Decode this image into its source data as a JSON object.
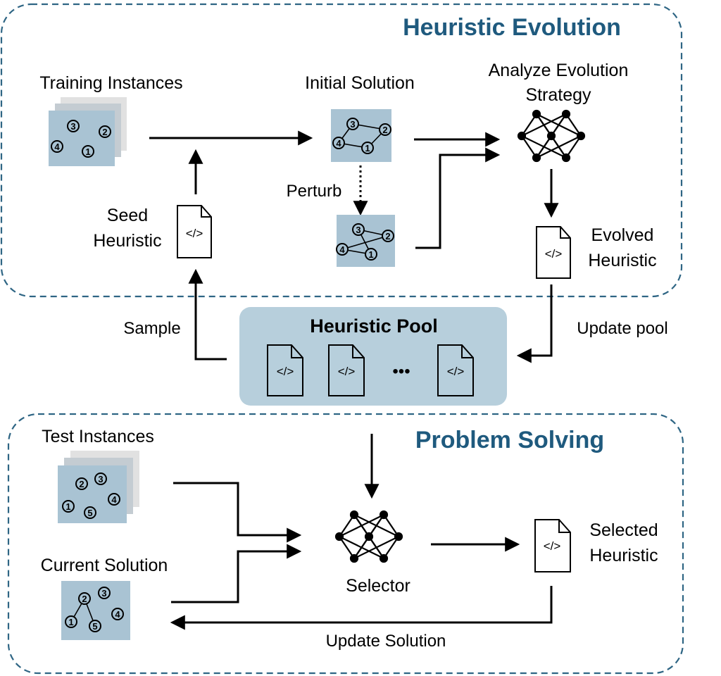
{
  "sections": {
    "heuristic_evolution": {
      "title": "Heuristic Evolution",
      "training_instances": "Training Instances",
      "initial_solution": "Initial Solution",
      "analyze_line1": "Analyze Evolution",
      "analyze_line2": "Strategy",
      "perturb": "Perturb",
      "seed_line1": "Seed",
      "seed_line2": "Heuristic",
      "evolved_line1": "Evolved",
      "evolved_line2": "Heuristic"
    },
    "heuristic_pool": {
      "title": "Heuristic Pool",
      "sample": "Sample",
      "update_pool": "Update pool",
      "ellipsis": "•••"
    },
    "problem_solving": {
      "title": "Problem Solving",
      "test_instances": "Test Instances",
      "current_solution": "Current Solution",
      "selector": "Selector",
      "selected_line1": "Selected",
      "selected_line2": "Heuristic",
      "update_solution": "Update Solution"
    }
  },
  "code_glyph": "</>",
  "node_labels": [
    "1",
    "2",
    "3",
    "4",
    "5"
  ],
  "colors": {
    "accent": "#1f5a7e",
    "panel_fill": "#a9c3d3",
    "pool_fill": "#b7cfdc",
    "dashed_border": "#2e6584"
  }
}
